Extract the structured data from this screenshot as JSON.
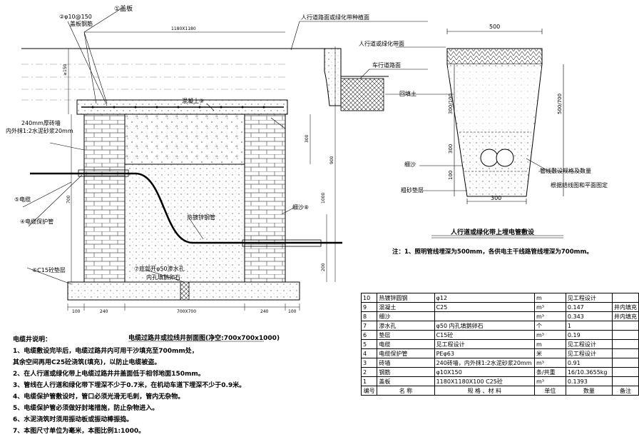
{
  "left_drawing": {
    "labels": {
      "l1": "①盖板",
      "l2a": "②φ10@150",
      "l2b": "盖板钢筋",
      "l3": "人行道路面或绿化带种植面",
      "l4": "车行道路面",
      "l5": "回填土",
      "l6": "混凝土⑨",
      "l7": "240mm厚砖墙",
      "l8": "内外抹1:2水泥砂浆20mm",
      "l9": "⑤电缆",
      "l10": "④电缆保护管",
      "l11": "热镀锌钢管",
      "l12": "细沙⑧",
      "l13": "⑥C15砼垫层",
      "l14": "⑦底部开φ50渗水孔",
      "l15": "内孔填鹅卵石"
    },
    "dims": {
      "top": "1180X1180",
      "d150": "≥150",
      "d700v": "700",
      "d300": "300",
      "d900": "900",
      "d1000": "1000",
      "d200": "200",
      "b100a": "100",
      "b240a": "240",
      "b700": "700X700",
      "b240b": "240",
      "b100b": "100"
    },
    "caption": "电缆过路井或拉线井剖面图(净空:700x700x1000)"
  },
  "right_drawing": {
    "labels": {
      "w500": "500",
      "r1": "人行道或绿化带面",
      "r2": "回填土",
      "r3": "细沙",
      "r4": "粗砂垫层",
      "r5": "管线敷设规格及数量",
      "r6": "根据结线图和平面图定",
      "v1": "300/100",
      "v2": "500/700",
      "v3": "300",
      "v4": "100",
      "w300": "300"
    },
    "caption": "人行道或绿化带上埋电管敷设",
    "note": "注：1、照明管线埋深为500mm，各供电主干线路管线埋深为700mm。"
  },
  "notes": {
    "title": "电缆井说明：",
    "items": [
      "1、电缆敷设完毕后，电缆过路井内可用干沙填充至700mm处，",
      "   其余空间再用C25砼浇筑(填充)，以防止电缆被盗。",
      "2、在人行道或绿化带上电缆过路井井盖面低于相邻地面150mm。",
      "3、管线在人行道和绿化带下埋深不少于0.7米，在机动车道下埋深不少于0.9米。",
      "4、电缆保护管敷设时，管口必须光滑无毛刺，管内无杂物。",
      "5、电缆保护管必须做好封堵措施，防止杂物进入。",
      "6、水泥浇筑时须用振动板或振动棒振捣。",
      "7、本图尺寸单位为毫米，本图比例1:1000。"
    ]
  },
  "materials_table": {
    "rows": [
      [
        "10",
        "热镀锌圆钢",
        "φ12",
        "m",
        "见工程设计",
        ""
      ],
      [
        "9",
        "混凝土",
        "C25",
        "m³",
        "0.147",
        "井内填充"
      ],
      [
        "8",
        "细沙",
        "",
        "m³",
        "0.343",
        "井内填充"
      ],
      [
        "7",
        "渗水孔",
        "φ50 内孔填鹅卵石",
        "个",
        "1",
        ""
      ],
      [
        "6",
        "垫层",
        "C15砼",
        "m³",
        "0.19",
        ""
      ],
      [
        "5",
        "电缆",
        "见工程设计",
        "m",
        "见工程设计",
        ""
      ],
      [
        "4",
        "电缆保护管",
        "PEφ63",
        "米",
        "见工程设计",
        ""
      ],
      [
        "3",
        "砖墙",
        "240砖墙，内外抹1:2水泥砂浆20mm",
        "m³",
        "0.91",
        ""
      ],
      [
        "2",
        "钢筋",
        "φ10X150",
        "条/共重",
        "16/10.3655kg",
        ""
      ],
      [
        "1",
        "盖板",
        "1180X1180X100  C25砼",
        "m³",
        "0.1393",
        ""
      ]
    ],
    "header": [
      "编号",
      "名  称",
      "规 格 、材 料",
      "单位",
      "数量",
      "备注"
    ]
  }
}
